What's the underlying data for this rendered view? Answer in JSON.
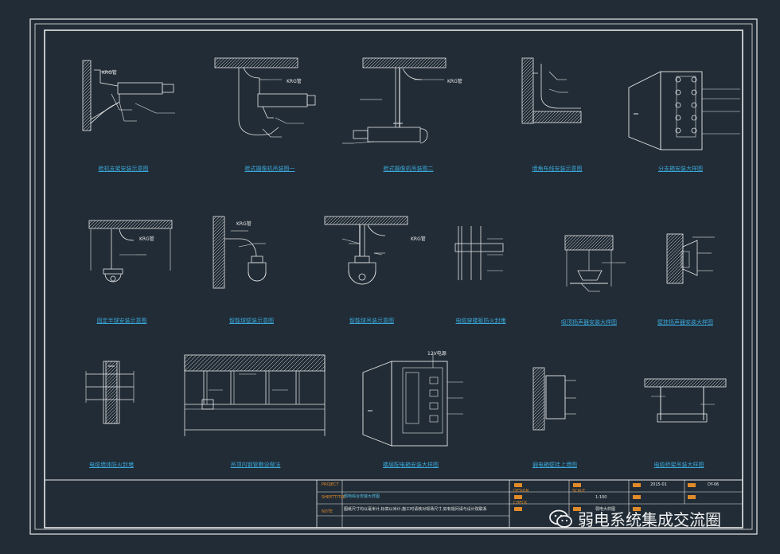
{
  "captions": [
    "枪机支架安装示意图",
    "枪式摄像机吊装图一",
    "枪式摄像机吊装图二",
    "墙角布线安装示意图",
    "分支箱安装大样图",
    "固定半球安装示意图",
    "智能球壁装示意图",
    "智能球吊装示意图",
    "电缆穿楼板防火封堵",
    "吸顶扬声器安装大样图",
    "壁挂扬声器安装大样图",
    "电缆墙体防火封堵",
    "吊顶内钢管敷设做法",
    "楼层配电箱安装大样图",
    "弱电箱壁挂上墙图",
    "电缆桥架吊装大样图"
  ],
  "labels": {
    "krg": "KRG管",
    "v12": "12V电源"
  },
  "title_block": {
    "project_label": "PROJECT",
    "sheet_title_label": "SHEETTITLE",
    "note_label": "NOTE",
    "drawing_name": "弱电综合安装大样图",
    "note_text": "图纸尺寸均以毫米计,标高以米计,施工时请核对现场尺寸,如有疑问请与设计院联系",
    "design_label": "DESIGN",
    "check_label": "CHECK",
    "scale_label": "SCALE",
    "scale_value": "1:100",
    "date_value": "2015-01",
    "drawing_no": "DY-06",
    "sheet_name": "弱电大样图"
  },
  "watermark": {
    "text": "弱电系统集成交流圈",
    "icon": "wechat-icon"
  },
  "colors": {
    "background": "#212c36",
    "line": "#e8e8e8",
    "caption": "#3aa6d8",
    "title_accent": "#e08a2a"
  }
}
